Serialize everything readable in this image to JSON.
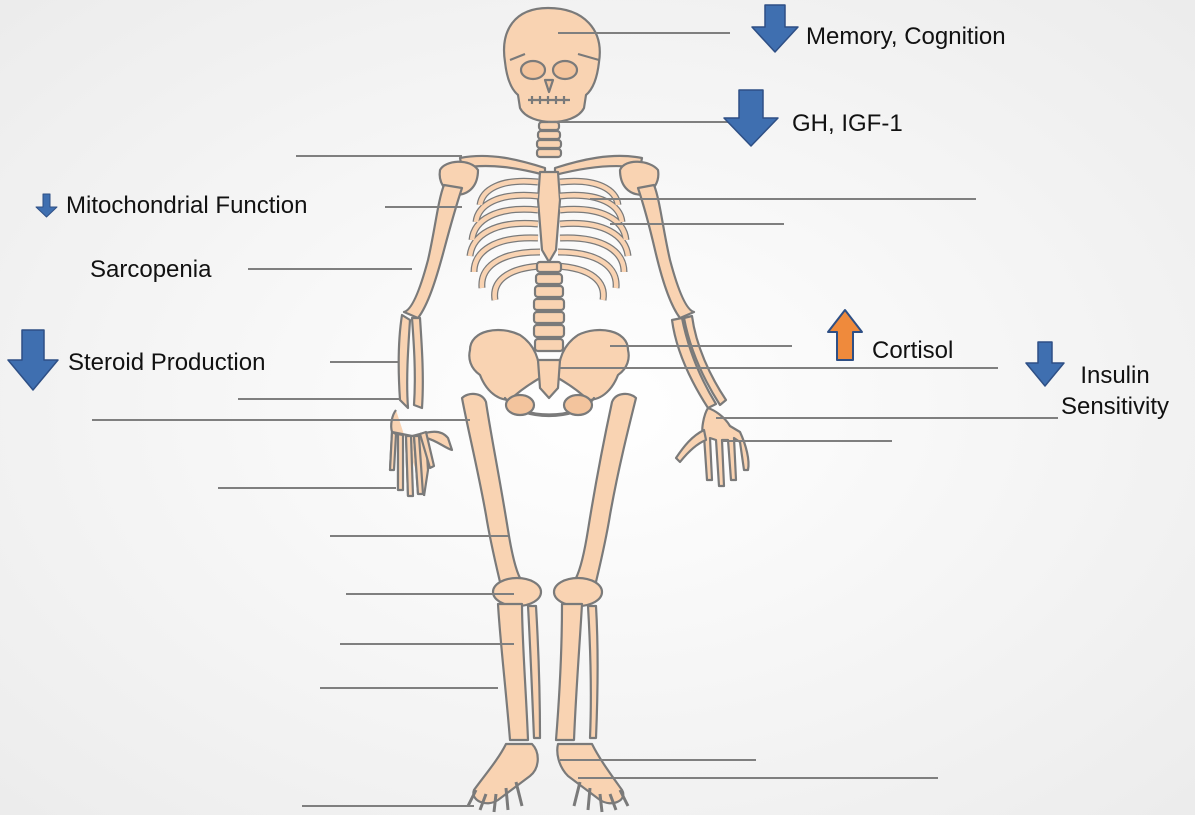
{
  "colors": {
    "bone_fill": "#f9d3b2",
    "bone_stroke": "#7a7a7a",
    "decrease_arrow": "#3f6fb0",
    "increase_arrow": "#ef8a3c",
    "leader_line": "#7f7f7f"
  },
  "annotations": {
    "memory": {
      "text": "Memory, Cognition",
      "direction": "decrease",
      "icon": "down-arrow-icon"
    },
    "gh": {
      "text": "GH, IGF-1",
      "direction": "decrease",
      "icon": "down-arrow-icon"
    },
    "mito": {
      "text": "Mitochondrial Function",
      "direction": "decrease",
      "icon": "down-arrow-icon"
    },
    "sarcopenia": {
      "text": "Sarcopenia"
    },
    "steroid": {
      "text": "Steroid Production",
      "direction": "decrease",
      "icon": "down-arrow-icon"
    },
    "cortisol": {
      "text": "Cortisol",
      "direction": "increase",
      "icon": "up-arrow-icon"
    },
    "insulin": {
      "text": "Insulin Sensitivity",
      "direction": "decrease",
      "icon": "down-arrow-icon"
    }
  }
}
